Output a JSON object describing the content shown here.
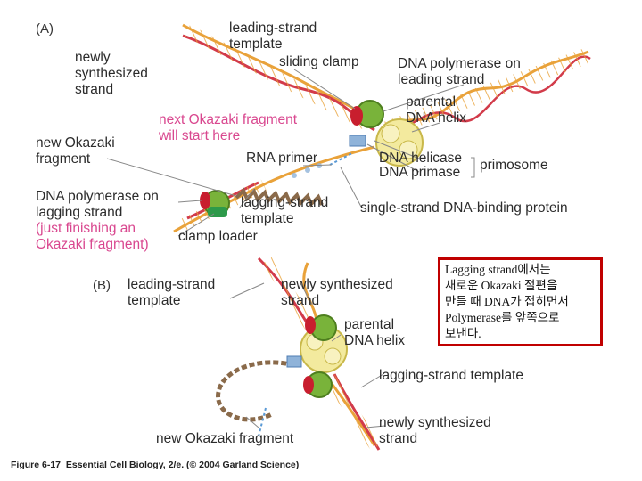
{
  "panel_a": {
    "panel_label": "(A)",
    "leading_strand_template": "leading-strand\ntemplate",
    "newly_synthesized_strand": "newly\nsynthesized\nstrand",
    "sliding_clamp": "sliding clamp",
    "dna_polymerase_leading": "DNA polymerase on\nleading strand",
    "parental_dna_helix": "parental\nDNA helix",
    "next_okazaki_fragment": "next Okazaki fragment\nwill start here",
    "new_okazaki_fragment": "new Okazaki\nfragment",
    "rna_primer": "RNA primer",
    "dna_helicase": "DNA helicase",
    "dna_primase": "DNA primase",
    "primosome": "primosome",
    "dna_polymerase_lagging": "DNA polymerase on\nlagging strand",
    "just_finishing": "(just finishing an\nOkazaki fragment)",
    "lagging_strand_template": "lagging-strand\ntemplate",
    "single_strand_binding": "single-strand DNA-binding protein",
    "clamp_loader": "clamp loader"
  },
  "panel_b": {
    "panel_label": "(B)",
    "leading_strand_template": "leading-strand\ntemplate",
    "newly_synthesized_strand_top": "newly synthesized\nstrand",
    "parental_dna_helix": "parental\nDNA helix",
    "lagging_strand_template": "lagging-strand template",
    "newly_synthesized_strand_bottom": "newly synthesized\nstrand",
    "new_okazaki_fragment": "new Okazaki fragment"
  },
  "caption": "Figure 6-17  Essential Cell Biology, 2/e. (© 2004 Garland Science)",
  "note": "Lagging strand에서는\n새로운 Okazaki 절편을\n만들 때 DNA가 접히면서\nPolymerase를 앞쪽으로\n보낸다.",
  "colors": {
    "template_strand": "#e9a23a",
    "new_strand": "#d23b4a",
    "okazaki_fragment": "#8a6a4a",
    "polymerase": "#79b33a",
    "clamp": "#c81e2e",
    "helicase": "#f3ea9e",
    "primase": "#8fb3d9",
    "note_border": "#c00000",
    "pink_text": "#d9478f"
  }
}
